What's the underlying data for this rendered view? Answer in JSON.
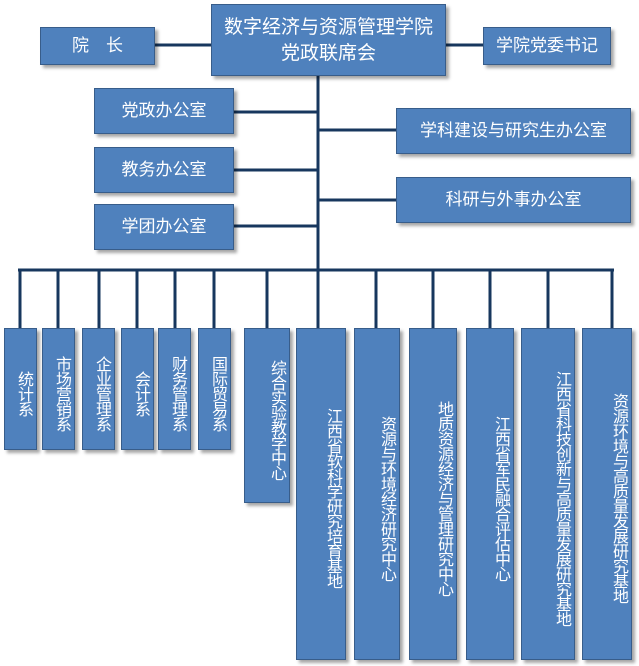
{
  "top": {
    "title_line1": "数字经济与资源管理学院",
    "title_line2": "党政联席会",
    "dean": "院　长",
    "party_secretary": "学院党委书记"
  },
  "left_offices": [
    "党政办公室",
    "教务办公室",
    "学团办公室"
  ],
  "right_offices": [
    "学科建设与研究生办公室",
    "科研与外事办公室"
  ],
  "units": [
    "统计系",
    "市场营销系",
    "企业管理系",
    "会计系",
    "财务管理系",
    "国际贸易系",
    "综合实验教学中心",
    "江西省软科学研究培育基地",
    "资源与环境经济研究中心",
    "地质资源经济与管理研究中心",
    "江西省军民融合评估中心",
    "江西省科技创新与高质量发展研究基地",
    "资源环境与高质量发展研究基地"
  ],
  "colors": {
    "box": "#4f81bd",
    "line": "#17375e",
    "text": "#ffffff"
  }
}
